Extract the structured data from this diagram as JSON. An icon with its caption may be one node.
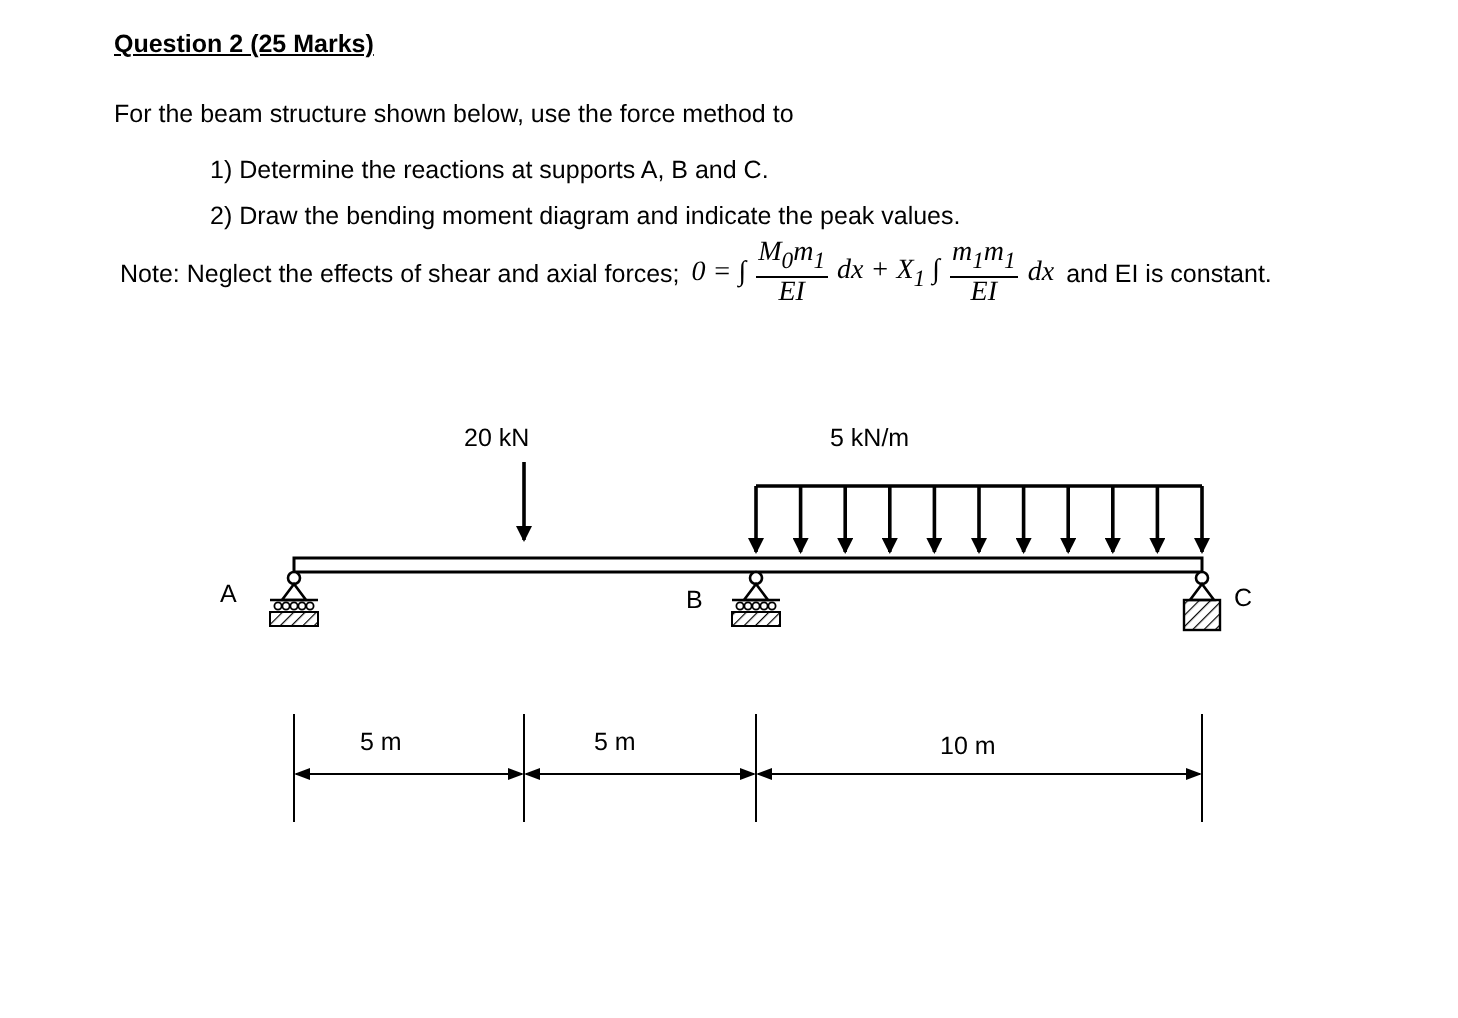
{
  "diagram": {
    "title": "Question 2 (25 Marks)",
    "labels": [
      "For the beam structure shown below, use the force method to",
      "1) Determine the reactions at supports A, B and C.",
      "2) Draw the bending moment diagram and indicate the peak values.",
      "Note: Neglect the effects of shear and axial forces;",
      "0 = ∫",
      "M$_{0}$m$_{1}$",
      "EI",
      "dx + X$_{1}$ ∫",
      "m$_{1}$m$_{1}$",
      "EI",
      "dx",
      "and EI is constant.",
      "20 kN",
      "5 kN/m",
      "A",
      "B",
      "C",
      "5 m",
      "5 m",
      "10 m"
    ]
  }
}
